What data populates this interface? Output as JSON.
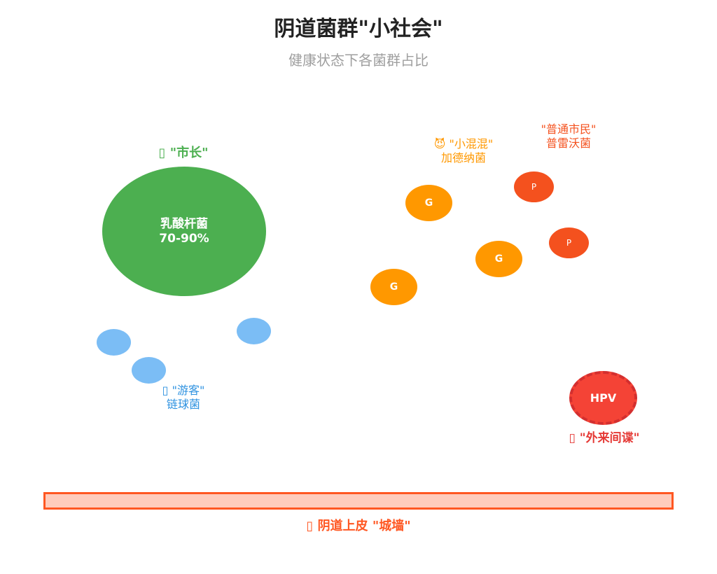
{
  "title": "阴道菌群\"小社会\"",
  "subtitle": "健康状态下各菌群占比",
  "colors": {
    "lactobacillus": "#4caf50",
    "streptococcus": "#7bbdf5",
    "streptococcus_text": "#2e92e0",
    "gardnerella": "#ff9800",
    "prevotella": "#f4511e",
    "prevotella_text": "#f4511e",
    "hpv": "#f44336",
    "hpv_text": "#e53935",
    "wall_fill": "#ffccbc",
    "wall_border": "#ff5722"
  },
  "lactobacillus": {
    "role_icon": "crown-icon",
    "role": "\"市长\"",
    "name": "乳酸杆菌",
    "share": "70-90%"
  },
  "streptococcus": {
    "role_icon": "camera-icon",
    "role": "\"游客\"",
    "name": "链球菌"
  },
  "gardnerella": {
    "role_icon": "smiling-devil-icon",
    "role": "\"小混混\"",
    "name": "加德纳菌",
    "marker": "G"
  },
  "prevotella": {
    "role": "\"普通市民\"",
    "name": "普雷沃菌",
    "marker": "P"
  },
  "hpv": {
    "role_icon": "spy-icon",
    "role": "\"外来间谍\"",
    "name": "HPV"
  },
  "epithelium": {
    "icon": "castle-icon",
    "name": "阴道上皮",
    "role": "\"城墙\""
  }
}
